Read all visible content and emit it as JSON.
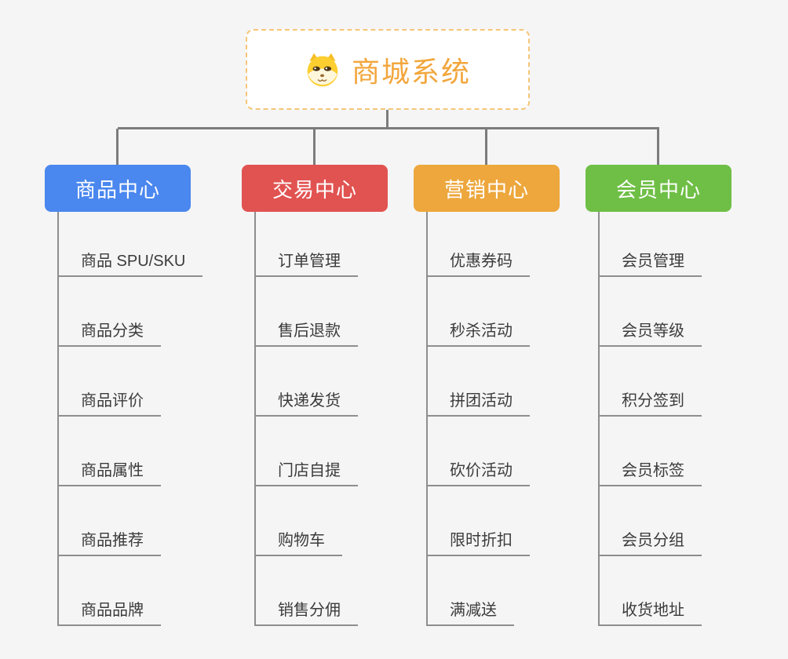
{
  "background_color": "#F5F5F5",
  "connector_color": "#7C7C7C",
  "child_line_color": "#8E8E8E",
  "root": {
    "title": "商城系统",
    "icon": "dog-face-icon",
    "text_color": "#F2A63C",
    "border_color": "#F5C678",
    "background": "#FFFFFF"
  },
  "branches": [
    {
      "label": "商品中心",
      "color": "#4A87EE",
      "items": [
        "商品 SPU/SKU",
        "商品分类",
        "商品评价",
        "商品属性",
        "商品推荐",
        "商品品牌"
      ]
    },
    {
      "label": "交易中心",
      "color": "#E15351",
      "items": [
        "订单管理",
        "售后退款",
        "快递发货",
        "门店自提",
        "购物车",
        "销售分佣"
      ]
    },
    {
      "label": "营销中心",
      "color": "#EDA73D",
      "items": [
        "优惠券码",
        "秒杀活动",
        "拼团活动",
        "砍价活动",
        "限时折扣",
        "满减送"
      ]
    },
    {
      "label": "会员中心",
      "color": "#6FBF46",
      "items": [
        "会员管理",
        "会员等级",
        "积分签到",
        "会员标签",
        "会员分组",
        "收货地址"
      ]
    }
  ]
}
